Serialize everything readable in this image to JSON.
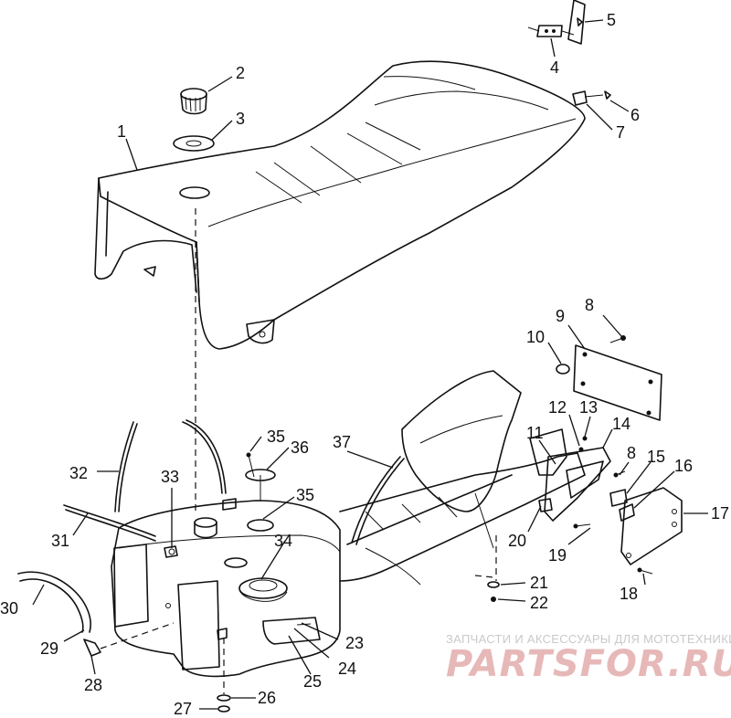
{
  "callouts": [
    "1",
    "2",
    "3",
    "4",
    "5",
    "6",
    "7",
    "8",
    "9",
    "10",
    "11",
    "12",
    "13",
    "14",
    "8",
    "15",
    "16",
    "17",
    "18",
    "19",
    "20",
    "21",
    "22",
    "23",
    "24",
    "25",
    "26",
    "27",
    "28",
    "29",
    "30",
    "31",
    "32",
    "33",
    "34",
    "35",
    "35",
    "36",
    "37"
  ],
  "watermark": {
    "tagline": "ЗАПЧАСТИ И АКСЕССУАРЫ ДЛЯ МОТОТЕХНИКИ",
    "logo": "PARTSFOR.RU"
  }
}
